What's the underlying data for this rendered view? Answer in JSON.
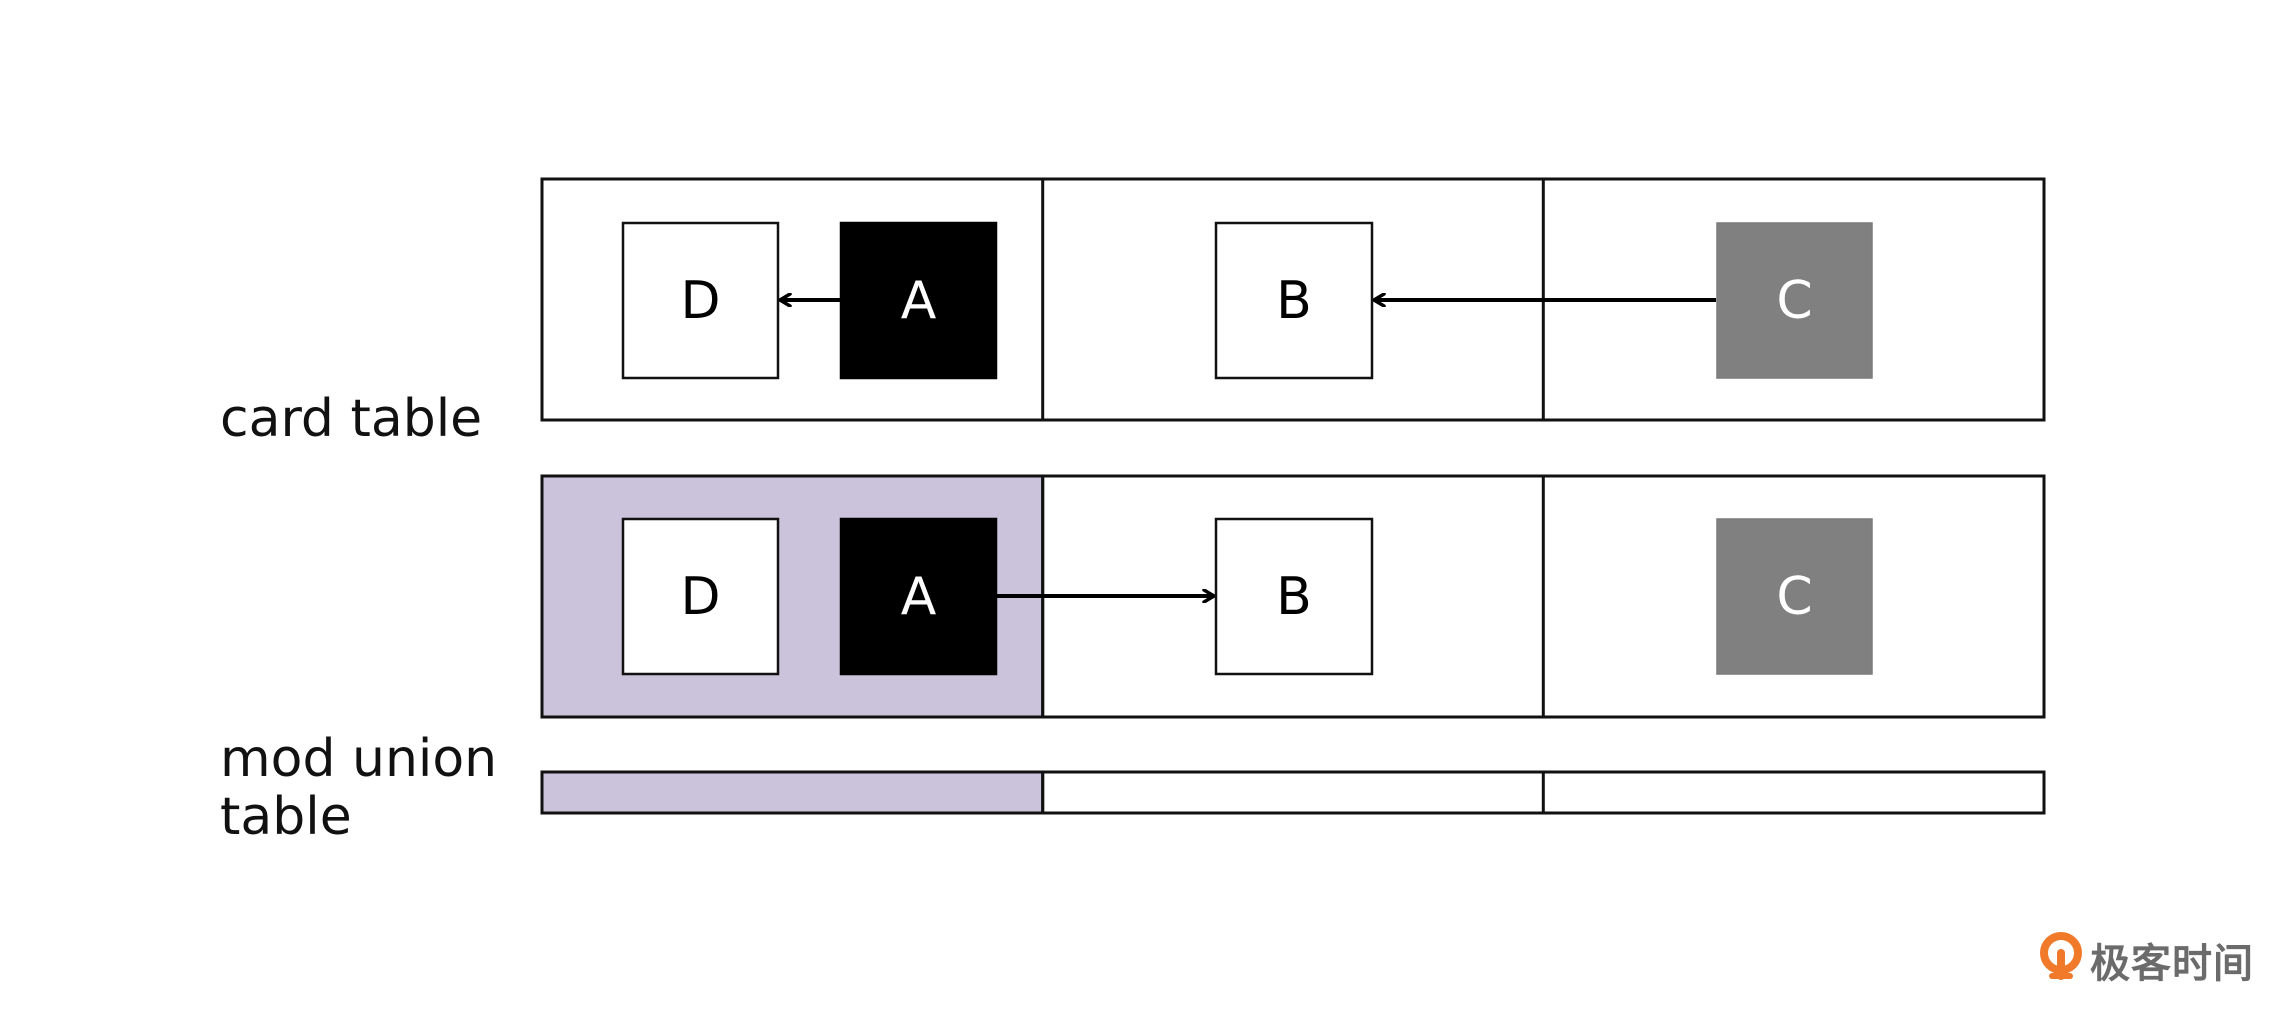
{
  "labels": {
    "card_table": "card table",
    "mod_union_line1": "mod union",
    "mod_union_line2": "table"
  },
  "card_table": {
    "cells": [
      {
        "objects": [
          {
            "name": "D",
            "style": "white"
          },
          {
            "name": "A",
            "style": "black"
          }
        ]
      },
      {
        "objects": [
          {
            "name": "B",
            "style": "white"
          }
        ]
      },
      {
        "objects": [
          {
            "name": "C",
            "style": "gray"
          }
        ]
      }
    ],
    "references": [
      {
        "from": "A",
        "to": "D"
      },
      {
        "from": "C",
        "to": "B"
      }
    ]
  },
  "mod_union_heap": {
    "highlighted_cell": 0,
    "cells": [
      {
        "objects": [
          {
            "name": "D",
            "style": "white"
          },
          {
            "name": "A",
            "style": "black"
          }
        ]
      },
      {
        "objects": [
          {
            "name": "B",
            "style": "white"
          }
        ]
      },
      {
        "objects": [
          {
            "name": "C",
            "style": "gray"
          }
        ]
      }
    ],
    "references": [
      {
        "from": "A",
        "to": "B"
      }
    ]
  },
  "mod_union_table": {
    "cells": [
      {
        "dirty": true
      },
      {
        "dirty": false
      },
      {
        "dirty": false
      }
    ]
  },
  "colors": {
    "highlight": "#cbc3dc",
    "black_object": "#000000",
    "gray_object": "#808080",
    "white_object": "#ffffff",
    "border": "#111111",
    "watermark_icon": "#f07a2a",
    "watermark_text": "#6b6b6b"
  },
  "watermark": {
    "text": "极客时间",
    "icon": "geektime-logo-icon"
  }
}
